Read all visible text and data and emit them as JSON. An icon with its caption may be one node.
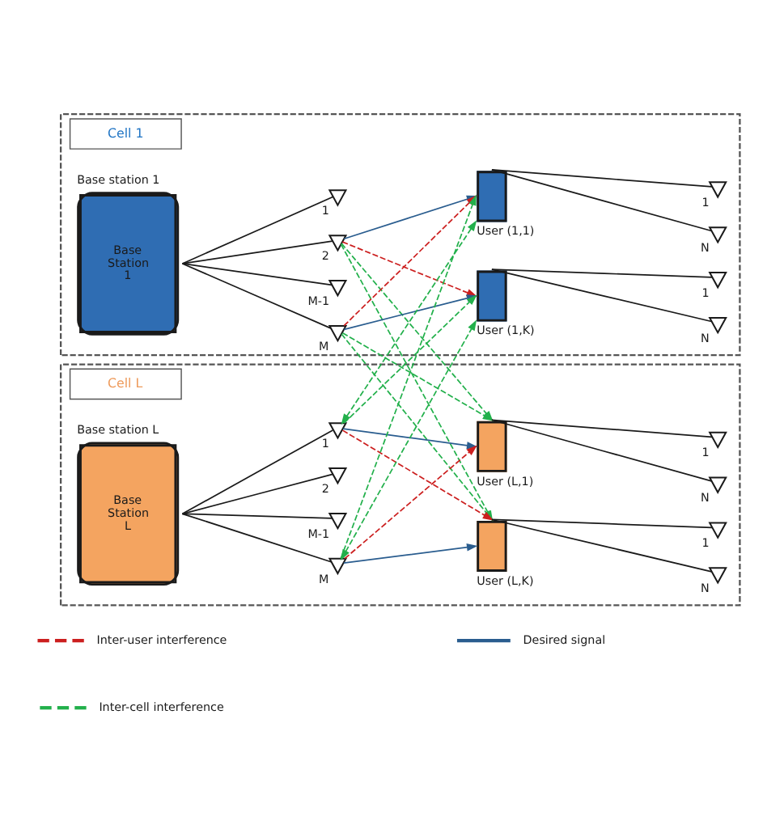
{
  "diagram": {
    "nodes": [
      {
        "text": [
          "Cell 1"
        ]
      },
      {
        "text": [
          "Base Station 1"
        ],
        "beside": [
          "Base station 1"
        ],
        "in": 0
      },
      {
        "text": [],
        "shape": "triangle",
        "beside": [
          "1"
        ],
        "in": 0
      },
      {
        "text": [],
        "shape": "triangle",
        "beside": [
          "2"
        ],
        "in": 0
      },
      {
        "text": [],
        "shape": "triangle",
        "beside": [
          "M-1"
        ],
        "in": 0
      },
      {
        "text": [],
        "shape": "triangle",
        "beside": [
          "M"
        ],
        "in": 0
      },
      {
        "text": [],
        "shape": "triangle",
        "beside": [
          "1"
        ],
        "in": 0
      },
      {
        "text": [],
        "shape": "triangle",
        "beside": [
          "N"
        ],
        "in": 0
      },
      {
        "text": [],
        "shape": "box",
        "beside": [
          "User (1,1)"
        ],
        "in": 0
      },
      {
        "text": [],
        "shape": "triangle",
        "beside": [
          "1"
        ],
        "in": 0
      },
      {
        "text": [],
        "shape": "triangle",
        "beside": [
          "N"
        ],
        "in": 0
      },
      {
        "text": [],
        "shape": "box",
        "beside": [
          "User (1,K)"
        ],
        "in": 0
      },
      {
        "text": [
          "Cell L"
        ]
      },
      {
        "text": [
          "Base Station L"
        ],
        "beside": [
          "Base station L"
        ],
        "in": 12
      },
      {
        "text": [],
        "shape": "triangle",
        "beside": [
          "1"
        ],
        "in": 12
      },
      {
        "text": [],
        "shape": "triangle",
        "beside": [
          "2"
        ],
        "in": 12
      },
      {
        "text": [],
        "shape": "triangle",
        "beside": [
          "M-1"
        ],
        "in": 12
      },
      {
        "text": [],
        "shape": "triangle",
        "beside": [
          "M"
        ],
        "in": 12
      },
      {
        "text": [],
        "shape": "triangle",
        "beside": [
          "1"
        ],
        "in": 12
      },
      {
        "text": [],
        "shape": "triangle",
        "beside": [
          "N"
        ],
        "in": 12
      },
      {
        "text": [],
        "shape": "box",
        "beside": [
          "User (L,1)"
        ],
        "in": 12
      },
      {
        "text": [],
        "shape": "triangle",
        "beside": [
          "1"
        ],
        "in": 12
      },
      {
        "text": [],
        "shape": "triangle",
        "beside": [
          "N"
        ],
        "in": 12
      },
      {
        "text": [],
        "shape": "box",
        "beside": [
          "User (L,K)"
        ],
        "in": 12
      }
    ],
    "edges": [
      {
        "from": 1,
        "to": 2,
        "arrow": "none"
      },
      {
        "from": 1,
        "to": 3,
        "arrow": "none"
      },
      {
        "from": 1,
        "to": 4,
        "arrow": "none"
      },
      {
        "from": 1,
        "to": 5,
        "arrow": "none"
      },
      {
        "from": 8,
        "to": 6,
        "arrow": "none"
      },
      {
        "from": 8,
        "to": 7,
        "arrow": "none"
      },
      {
        "from": 11,
        "to": 9,
        "arrow": "none"
      },
      {
        "from": 11,
        "to": 10,
        "arrow": "none"
      },
      {
        "from": 13,
        "to": 14,
        "arrow": "none"
      },
      {
        "from": 13,
        "to": 15,
        "arrow": "none"
      },
      {
        "from": 13,
        "to": 16,
        "arrow": "none"
      },
      {
        "from": 13,
        "to": 17,
        "arrow": "none"
      },
      {
        "from": 20,
        "to": 18,
        "arrow": "none"
      },
      {
        "from": 20,
        "to": 19,
        "arrow": "none"
      },
      {
        "from": 23,
        "to": 21,
        "arrow": "none"
      },
      {
        "from": 23,
        "to": 22,
        "arrow": "none"
      },
      {
        "from": 3,
        "to": 8,
        "arrow": "to",
        "color": "#2a5d8f"
      },
      {
        "from": 5,
        "to": 11,
        "arrow": "to",
        "color": "#2a5d8f"
      },
      {
        "from": 3,
        "to": 11,
        "arrow": "to",
        "style": "dashed",
        "color": "#cc1f1f"
      },
      {
        "from": 5,
        "to": 8,
        "arrow": "to",
        "style": "dashed",
        "color": "#cc1f1f"
      },
      {
        "from": 14,
        "to": 20,
        "arrow": "to",
        "color": "#2a5d8f"
      },
      {
        "from": 17,
        "to": 23,
        "arrow": "to",
        "color": "#2a5d8f"
      },
      {
        "from": 14,
        "to": 23,
        "arrow": "to",
        "style": "dashed",
        "color": "#cc1f1f"
      },
      {
        "from": 17,
        "to": 20,
        "arrow": "to",
        "style": "dashed",
        "color": "#cc1f1f"
      },
      {
        "from": 3,
        "to": 20,
        "arrow": "to",
        "style": "dashed",
        "color": "#22b04b"
      },
      {
        "from": 3,
        "to": 23,
        "arrow": "to",
        "style": "dashed",
        "color": "#22b04b"
      },
      {
        "from": 5,
        "to": 20,
        "arrow": "to",
        "style": "dashed",
        "color": "#22b04b"
      },
      {
        "from": 5,
        "to": 23,
        "arrow": "to",
        "style": "dashed",
        "color": "#22b04b"
      },
      {
        "from": 14,
        "to": 8,
        "arrow": "both",
        "style": "dashed",
        "color": "#22b04b"
      },
      {
        "from": 14,
        "to": 11,
        "arrow": "to",
        "style": "dashed",
        "color": "#22b04b"
      },
      {
        "from": 17,
        "to": 8,
        "arrow": "to",
        "style": "dashed",
        "color": "#22b04b"
      },
      {
        "from": 17,
        "to": 11,
        "arrow": "both",
        "style": "dashed",
        "color": "#22b04b"
      }
    ],
    "legend": [
      {
        "text": "Inter-user interference"
      },
      {
        "text": "Inter-cell interference"
      },
      {
        "text": "Desired signal"
      }
    ]
  }
}
